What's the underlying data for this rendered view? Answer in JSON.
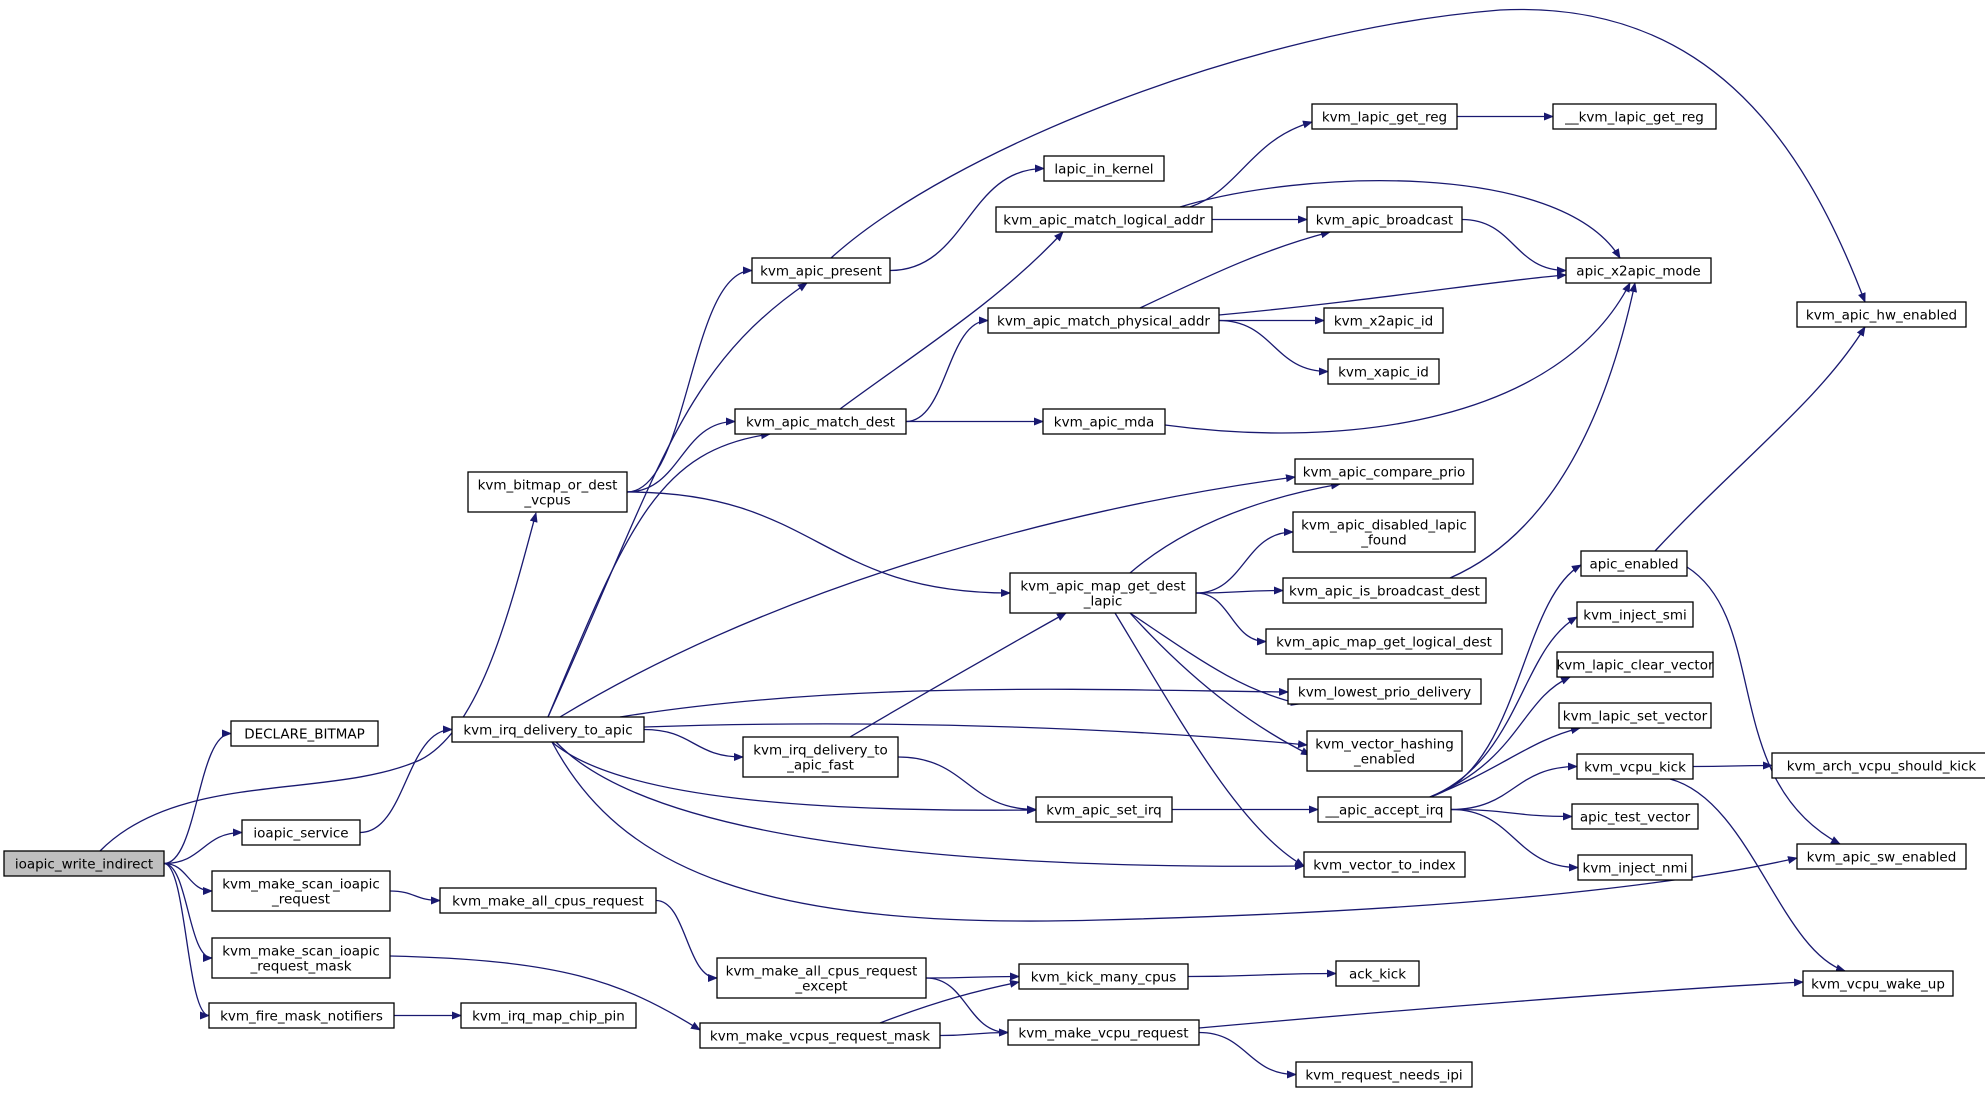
{
  "colors": {
    "edge": "#191970",
    "root_fill": "#bfbfbf",
    "node_fill": "#ffffff",
    "border": "#000000"
  },
  "nodes": [
    {
      "id": "ioapic_write_indirect",
      "lines": [
        "ioapic_write_indirect"
      ],
      "root": true
    },
    {
      "id": "DECLARE_BITMAP",
      "lines": [
        "DECLARE_BITMAP"
      ]
    },
    {
      "id": "kvm_bitmap_or_dest_vcpus",
      "lines": [
        "kvm_bitmap_or_dest",
        "_vcpus"
      ]
    },
    {
      "id": "ioapic_service",
      "lines": [
        "ioapic_service"
      ]
    },
    {
      "id": "kvm_make_scan_ioapic_request",
      "lines": [
        "kvm_make_scan_ioapic",
        "_request"
      ]
    },
    {
      "id": "kvm_make_scan_ioapic_request_mask",
      "lines": [
        "kvm_make_scan_ioapic",
        "_request_mask"
      ]
    },
    {
      "id": "kvm_fire_mask_notifiers",
      "lines": [
        "kvm_fire_mask_notifiers"
      ]
    },
    {
      "id": "kvm_irq_map_chip_pin",
      "lines": [
        "kvm_irq_map_chip_pin"
      ]
    },
    {
      "id": "kvm_irq_delivery_to_apic",
      "lines": [
        "kvm_irq_delivery_to_apic"
      ]
    },
    {
      "id": "kvm_make_all_cpus_request",
      "lines": [
        "kvm_make_all_cpus_request"
      ]
    },
    {
      "id": "kvm_apic_present",
      "lines": [
        "kvm_apic_present"
      ]
    },
    {
      "id": "kvm_apic_match_dest",
      "lines": [
        "kvm_apic_match_dest"
      ]
    },
    {
      "id": "kvm_irq_delivery_to_apic_fast",
      "lines": [
        "kvm_irq_delivery_to",
        "_apic_fast"
      ]
    },
    {
      "id": "kvm_make_all_cpus_request_except",
      "lines": [
        "kvm_make_all_cpus_request",
        "_except"
      ]
    },
    {
      "id": "kvm_make_vcpus_request_mask",
      "lines": [
        "kvm_make_vcpus_request_mask"
      ]
    },
    {
      "id": "lapic_in_kernel",
      "lines": [
        "lapic_in_kernel"
      ]
    },
    {
      "id": "kvm_apic_match_logical_addr",
      "lines": [
        "kvm_apic_match_logical_addr"
      ]
    },
    {
      "id": "kvm_apic_match_physical_addr",
      "lines": [
        "kvm_apic_match_physical_addr"
      ]
    },
    {
      "id": "kvm_apic_mda",
      "lines": [
        "kvm_apic_mda"
      ]
    },
    {
      "id": "kvm_apic_map_get_dest_lapic",
      "lines": [
        "kvm_apic_map_get_dest",
        "_lapic"
      ]
    },
    {
      "id": "kvm_apic_set_irq",
      "lines": [
        "kvm_apic_set_irq"
      ]
    },
    {
      "id": "kvm_kick_many_cpus",
      "lines": [
        "kvm_kick_many_cpus"
      ]
    },
    {
      "id": "kvm_make_vcpu_request",
      "lines": [
        "kvm_make_vcpu_request"
      ]
    },
    {
      "id": "kvm_lapic_get_reg",
      "lines": [
        "kvm_lapic_get_reg"
      ]
    },
    {
      "id": "kvm_apic_broadcast",
      "lines": [
        "kvm_apic_broadcast"
      ]
    },
    {
      "id": "kvm_x2apic_id",
      "lines": [
        "kvm_x2apic_id"
      ]
    },
    {
      "id": "kvm_xapic_id",
      "lines": [
        "kvm_xapic_id"
      ]
    },
    {
      "id": "kvm_apic_compare_prio",
      "lines": [
        "kvm_apic_compare_prio"
      ]
    },
    {
      "id": "kvm_apic_disabled_lapic_found",
      "lines": [
        "kvm_apic_disabled_lapic",
        "_found"
      ]
    },
    {
      "id": "kvm_apic_is_broadcast_dest",
      "lines": [
        "kvm_apic_is_broadcast_dest"
      ]
    },
    {
      "id": "kvm_apic_map_get_logical_dest",
      "lines": [
        "kvm_apic_map_get_logical_dest"
      ]
    },
    {
      "id": "kvm_lowest_prio_delivery",
      "lines": [
        "kvm_lowest_prio_delivery"
      ]
    },
    {
      "id": "kvm_vector_hashing_enabled",
      "lines": [
        "kvm_vector_hashing",
        "_enabled"
      ]
    },
    {
      "id": "__apic_accept_irq",
      "lines": [
        "__apic_accept_irq"
      ]
    },
    {
      "id": "kvm_vector_to_index",
      "lines": [
        "kvm_vector_to_index"
      ]
    },
    {
      "id": "ack_kick",
      "lines": [
        "ack_kick"
      ]
    },
    {
      "id": "kvm_request_needs_ipi",
      "lines": [
        "kvm_request_needs_ipi"
      ]
    },
    {
      "id": "__kvm_lapic_get_reg",
      "lines": [
        "__kvm_lapic_get_reg"
      ]
    },
    {
      "id": "apic_x2apic_mode",
      "lines": [
        "apic_x2apic_mode"
      ]
    },
    {
      "id": "apic_enabled",
      "lines": [
        "apic_enabled"
      ]
    },
    {
      "id": "kvm_inject_smi",
      "lines": [
        "kvm_inject_smi"
      ]
    },
    {
      "id": "kvm_lapic_clear_vector",
      "lines": [
        "kvm_lapic_clear_vector"
      ]
    },
    {
      "id": "kvm_lapic_set_vector",
      "lines": [
        "kvm_lapic_set_vector"
      ]
    },
    {
      "id": "kvm_vcpu_kick",
      "lines": [
        "kvm_vcpu_kick"
      ]
    },
    {
      "id": "apic_test_vector",
      "lines": [
        "apic_test_vector"
      ]
    },
    {
      "id": "kvm_inject_nmi",
      "lines": [
        "kvm_inject_nmi"
      ]
    },
    {
      "id": "kvm_apic_hw_enabled",
      "lines": [
        "kvm_apic_hw_enabled"
      ]
    },
    {
      "id": "kvm_arch_vcpu_should_kick",
      "lines": [
        "kvm_arch_vcpu_should_kick"
      ]
    },
    {
      "id": "kvm_apic_sw_enabled",
      "lines": [
        "kvm_apic_sw_enabled"
      ]
    },
    {
      "id": "kvm_vcpu_wake_up",
      "lines": [
        "kvm_vcpu_wake_up"
      ]
    }
  ],
  "edges": [
    [
      "ioapic_write_indirect",
      "DECLARE_BITMAP"
    ],
    [
      "ioapic_write_indirect",
      "kvm_bitmap_or_dest_vcpus"
    ],
    [
      "ioapic_write_indirect",
      "ioapic_service"
    ],
    [
      "ioapic_write_indirect",
      "kvm_make_scan_ioapic_request"
    ],
    [
      "ioapic_write_indirect",
      "kvm_make_scan_ioapic_request_mask"
    ],
    [
      "ioapic_write_indirect",
      "kvm_fire_mask_notifiers"
    ],
    [
      "kvm_bitmap_or_dest_vcpus",
      "kvm_apic_present"
    ],
    [
      "kvm_bitmap_or_dest_vcpus",
      "kvm_apic_match_dest"
    ],
    [
      "kvm_bitmap_or_dest_vcpus",
      "kvm_apic_map_get_dest_lapic"
    ],
    [
      "ioapic_service",
      "kvm_irq_delivery_to_apic"
    ],
    [
      "kvm_make_scan_ioapic_request",
      "kvm_make_all_cpus_request"
    ],
    [
      "kvm_make_scan_ioapic_request_mask",
      "kvm_make_vcpus_request_mask"
    ],
    [
      "kvm_fire_mask_notifiers",
      "kvm_irq_map_chip_pin"
    ],
    [
      "kvm_irq_delivery_to_apic",
      "kvm_apic_present"
    ],
    [
      "kvm_irq_delivery_to_apic",
      "kvm_apic_match_dest"
    ],
    [
      "kvm_irq_delivery_to_apic",
      "kvm_irq_delivery_to_apic_fast"
    ],
    [
      "kvm_irq_delivery_to_apic",
      "kvm_apic_compare_prio"
    ],
    [
      "kvm_irq_delivery_to_apic",
      "kvm_lowest_prio_delivery"
    ],
    [
      "kvm_irq_delivery_to_apic",
      "kvm_vector_hashing_enabled"
    ],
    [
      "kvm_irq_delivery_to_apic",
      "kvm_apic_set_irq"
    ],
    [
      "kvm_irq_delivery_to_apic",
      "kvm_vector_to_index"
    ],
    [
      "kvm_irq_delivery_to_apic",
      "kvm_apic_sw_enabled"
    ],
    [
      "kvm_make_all_cpus_request",
      "kvm_make_all_cpus_request_except"
    ],
    [
      "kvm_make_all_cpus_request_except",
      "kvm_kick_many_cpus"
    ],
    [
      "kvm_make_all_cpus_request_except",
      "kvm_make_vcpu_request"
    ],
    [
      "kvm_make_vcpus_request_mask",
      "kvm_kick_many_cpus"
    ],
    [
      "kvm_make_vcpus_request_mask",
      "kvm_make_vcpu_request"
    ],
    [
      "kvm_apic_present",
      "lapic_in_kernel"
    ],
    [
      "kvm_apic_present",
      "kvm_apic_hw_enabled"
    ],
    [
      "kvm_apic_match_dest",
      "kvm_apic_match_logical_addr"
    ],
    [
      "kvm_apic_match_dest",
      "kvm_apic_match_physical_addr"
    ],
    [
      "kvm_apic_match_dest",
      "kvm_apic_mda"
    ],
    [
      "kvm_irq_delivery_to_apic_fast",
      "kvm_apic_map_get_dest_lapic"
    ],
    [
      "kvm_irq_delivery_to_apic_fast",
      "kvm_apic_set_irq"
    ],
    [
      "kvm_apic_match_logical_addr",
      "kvm_lapic_get_reg"
    ],
    [
      "kvm_apic_match_logical_addr",
      "kvm_apic_broadcast"
    ],
    [
      "kvm_apic_match_logical_addr",
      "apic_x2apic_mode"
    ],
    [
      "kvm_apic_match_physical_addr",
      "kvm_apic_broadcast"
    ],
    [
      "kvm_apic_match_physical_addr",
      "apic_x2apic_mode"
    ],
    [
      "kvm_apic_match_physical_addr",
      "kvm_x2apic_id"
    ],
    [
      "kvm_apic_match_physical_addr",
      "kvm_xapic_id"
    ],
    [
      "kvm_apic_mda",
      "apic_x2apic_mode"
    ],
    [
      "kvm_apic_map_get_dest_lapic",
      "kvm_apic_compare_prio"
    ],
    [
      "kvm_apic_map_get_dest_lapic",
      "kvm_apic_disabled_lapic_found"
    ],
    [
      "kvm_apic_map_get_dest_lapic",
      "kvm_apic_is_broadcast_dest"
    ],
    [
      "kvm_apic_map_get_dest_lapic",
      "kvm_apic_map_get_logical_dest"
    ],
    [
      "kvm_apic_map_get_dest_lapic",
      "kvm_lowest_prio_delivery"
    ],
    [
      "kvm_apic_map_get_dest_lapic",
      "kvm_vector_hashing_enabled"
    ],
    [
      "kvm_apic_map_get_dest_lapic",
      "kvm_vector_to_index"
    ],
    [
      "kvm_apic_set_irq",
      "__apic_accept_irq"
    ],
    [
      "kvm_kick_many_cpus",
      "ack_kick"
    ],
    [
      "kvm_make_vcpu_request",
      "kvm_request_needs_ipi"
    ],
    [
      "kvm_make_vcpu_request",
      "kvm_vcpu_wake_up"
    ],
    [
      "kvm_lapic_get_reg",
      "__kvm_lapic_get_reg"
    ],
    [
      "kvm_apic_broadcast",
      "apic_x2apic_mode"
    ],
    [
      "kvm_apic_is_broadcast_dest",
      "apic_x2apic_mode"
    ],
    [
      "__apic_accept_irq",
      "apic_enabled"
    ],
    [
      "__apic_accept_irq",
      "kvm_inject_smi"
    ],
    [
      "__apic_accept_irq",
      "kvm_lapic_clear_vector"
    ],
    [
      "__apic_accept_irq",
      "kvm_lapic_set_vector"
    ],
    [
      "__apic_accept_irq",
      "kvm_vcpu_kick"
    ],
    [
      "__apic_accept_irq",
      "apic_test_vector"
    ],
    [
      "__apic_accept_irq",
      "kvm_inject_nmi"
    ],
    [
      "apic_enabled",
      "kvm_apic_hw_enabled"
    ],
    [
      "apic_enabled",
      "kvm_apic_sw_enabled"
    ],
    [
      "kvm_vcpu_kick",
      "kvm_arch_vcpu_should_kick"
    ],
    [
      "kvm_vcpu_kick",
      "kvm_vcpu_wake_up"
    ]
  ]
}
